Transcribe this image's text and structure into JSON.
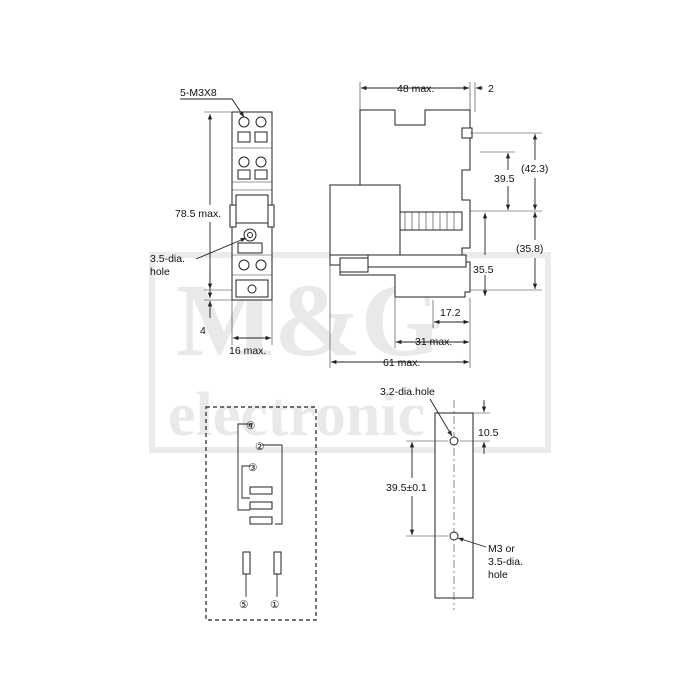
{
  "watermark": {
    "line1": "M&G",
    "line2": "electronic"
  },
  "front_view": {
    "screw_label": "5-M3X8",
    "height_label": "78.5 max.",
    "hole_label_1": "3.5-dia.",
    "hole_label_2": "hole",
    "bottom_label": "4",
    "width_label": "16 max."
  },
  "side_view": {
    "top_width": "48 max.",
    "top_offset": "2",
    "dim_39_5": "39.5",
    "dim_42_3": "(42.3)",
    "dim_35_8": "(35.8)",
    "dim_35_5": "35.5",
    "dim_17_2": "17.2",
    "dim_31": "31 max.",
    "dim_61": "61 max."
  },
  "terminals": [
    "④",
    "②",
    "③",
    "⑤",
    "①"
  ],
  "mounting": {
    "top_hole_label": "3.2-dia.hole",
    "dim_10_5": "10.5",
    "dim_pitch": "39.5±0.1",
    "m3_line1": "M3 or",
    "m3_line2": "3.5-dia.",
    "m3_line3": "hole"
  }
}
